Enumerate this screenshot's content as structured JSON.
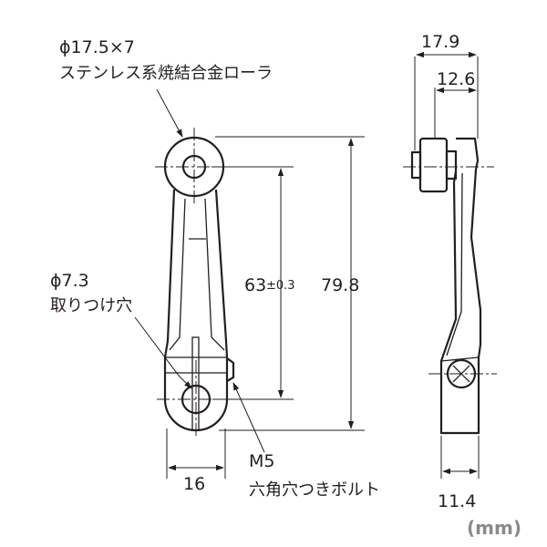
{
  "front_view": {
    "roller_callout": {
      "diameter": "ϕ17.5×7",
      "material": "ステンレス系焼結合金ローラ"
    },
    "hole_callout": {
      "diameter": "ϕ7.3",
      "label": "取りつけ穴"
    },
    "dim_center_distance": "63",
    "dim_center_tolerance": "±0.3",
    "dim_overall_length": "79.8",
    "dim_hub_width": "16",
    "bolt_callout": {
      "size": "M5",
      "label": "六角穴つきボルト"
    }
  },
  "side_view": {
    "dim_total_width": "17.9",
    "dim_roller_offset": "12.6",
    "dim_hub_thickness": "11.4"
  },
  "unit_label": "(mm)"
}
